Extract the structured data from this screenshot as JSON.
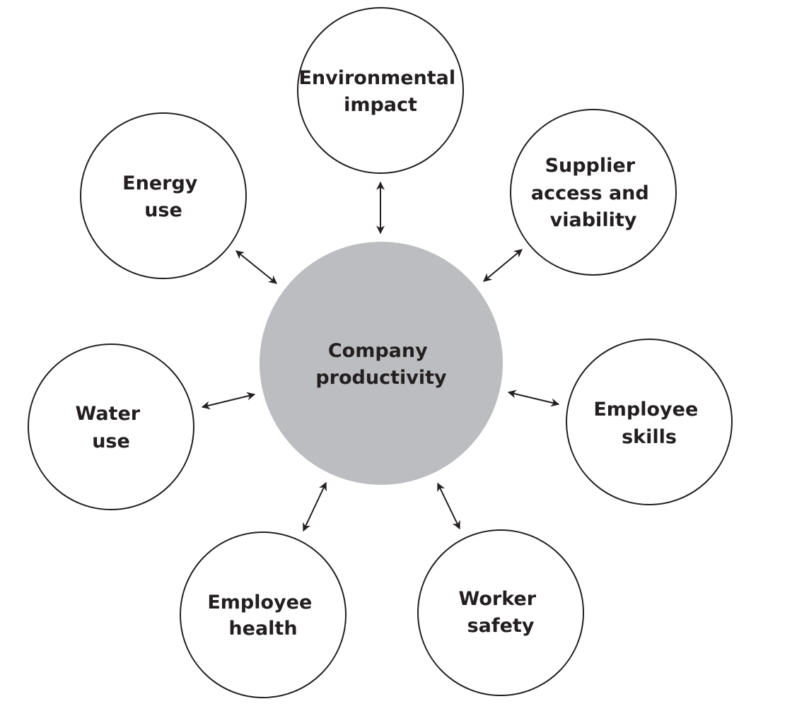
{
  "diagram": {
    "center": {
      "lines": [
        "Company",
        "productivity"
      ],
      "fill": "#bcbdc0"
    },
    "nodes": [
      {
        "id": "environmental-impact",
        "lines": [
          "Environmental",
          "impact"
        ]
      },
      {
        "id": "supplier-access",
        "lines": [
          "Supplier",
          "access and",
          "viability"
        ]
      },
      {
        "id": "employee-skills",
        "lines": [
          "Employee",
          "skills"
        ]
      },
      {
        "id": "worker-safety",
        "lines": [
          "Worker",
          "safety"
        ]
      },
      {
        "id": "employee-health",
        "lines": [
          "Employee",
          "health"
        ]
      },
      {
        "id": "water-use",
        "lines": [
          "Water",
          "use"
        ]
      },
      {
        "id": "energy-use",
        "lines": [
          "Energy",
          "use"
        ]
      }
    ],
    "stroke_color": "#231f20",
    "connector": "double-headed-arrow"
  }
}
